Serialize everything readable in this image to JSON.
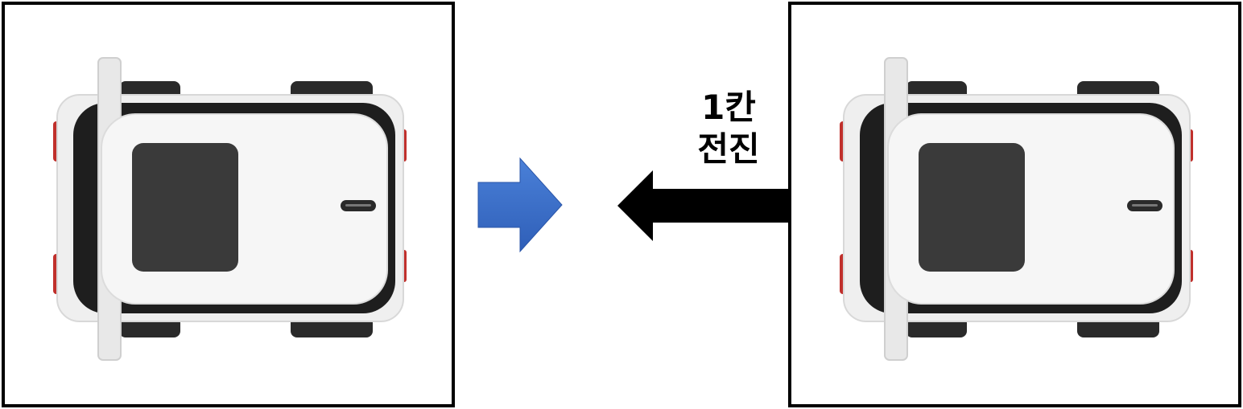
{
  "colors": {
    "frame": "#000000",
    "transition_arrow": "#3a6cc8",
    "move_arrow": "#000000",
    "robot_body": "#f2f2f2",
    "robot_dark": "#2a2a2a",
    "robot_accent": "#c0302c"
  },
  "panels": [
    {
      "role": "before",
      "icon": "robot-car-icon"
    },
    {
      "role": "after",
      "icon": "robot-car-icon"
    }
  ],
  "transition": {
    "icon": "right-arrow-icon"
  },
  "movement": {
    "icon": "left-arrow-icon",
    "label_line1": "1칸",
    "label_line2": "전진"
  }
}
